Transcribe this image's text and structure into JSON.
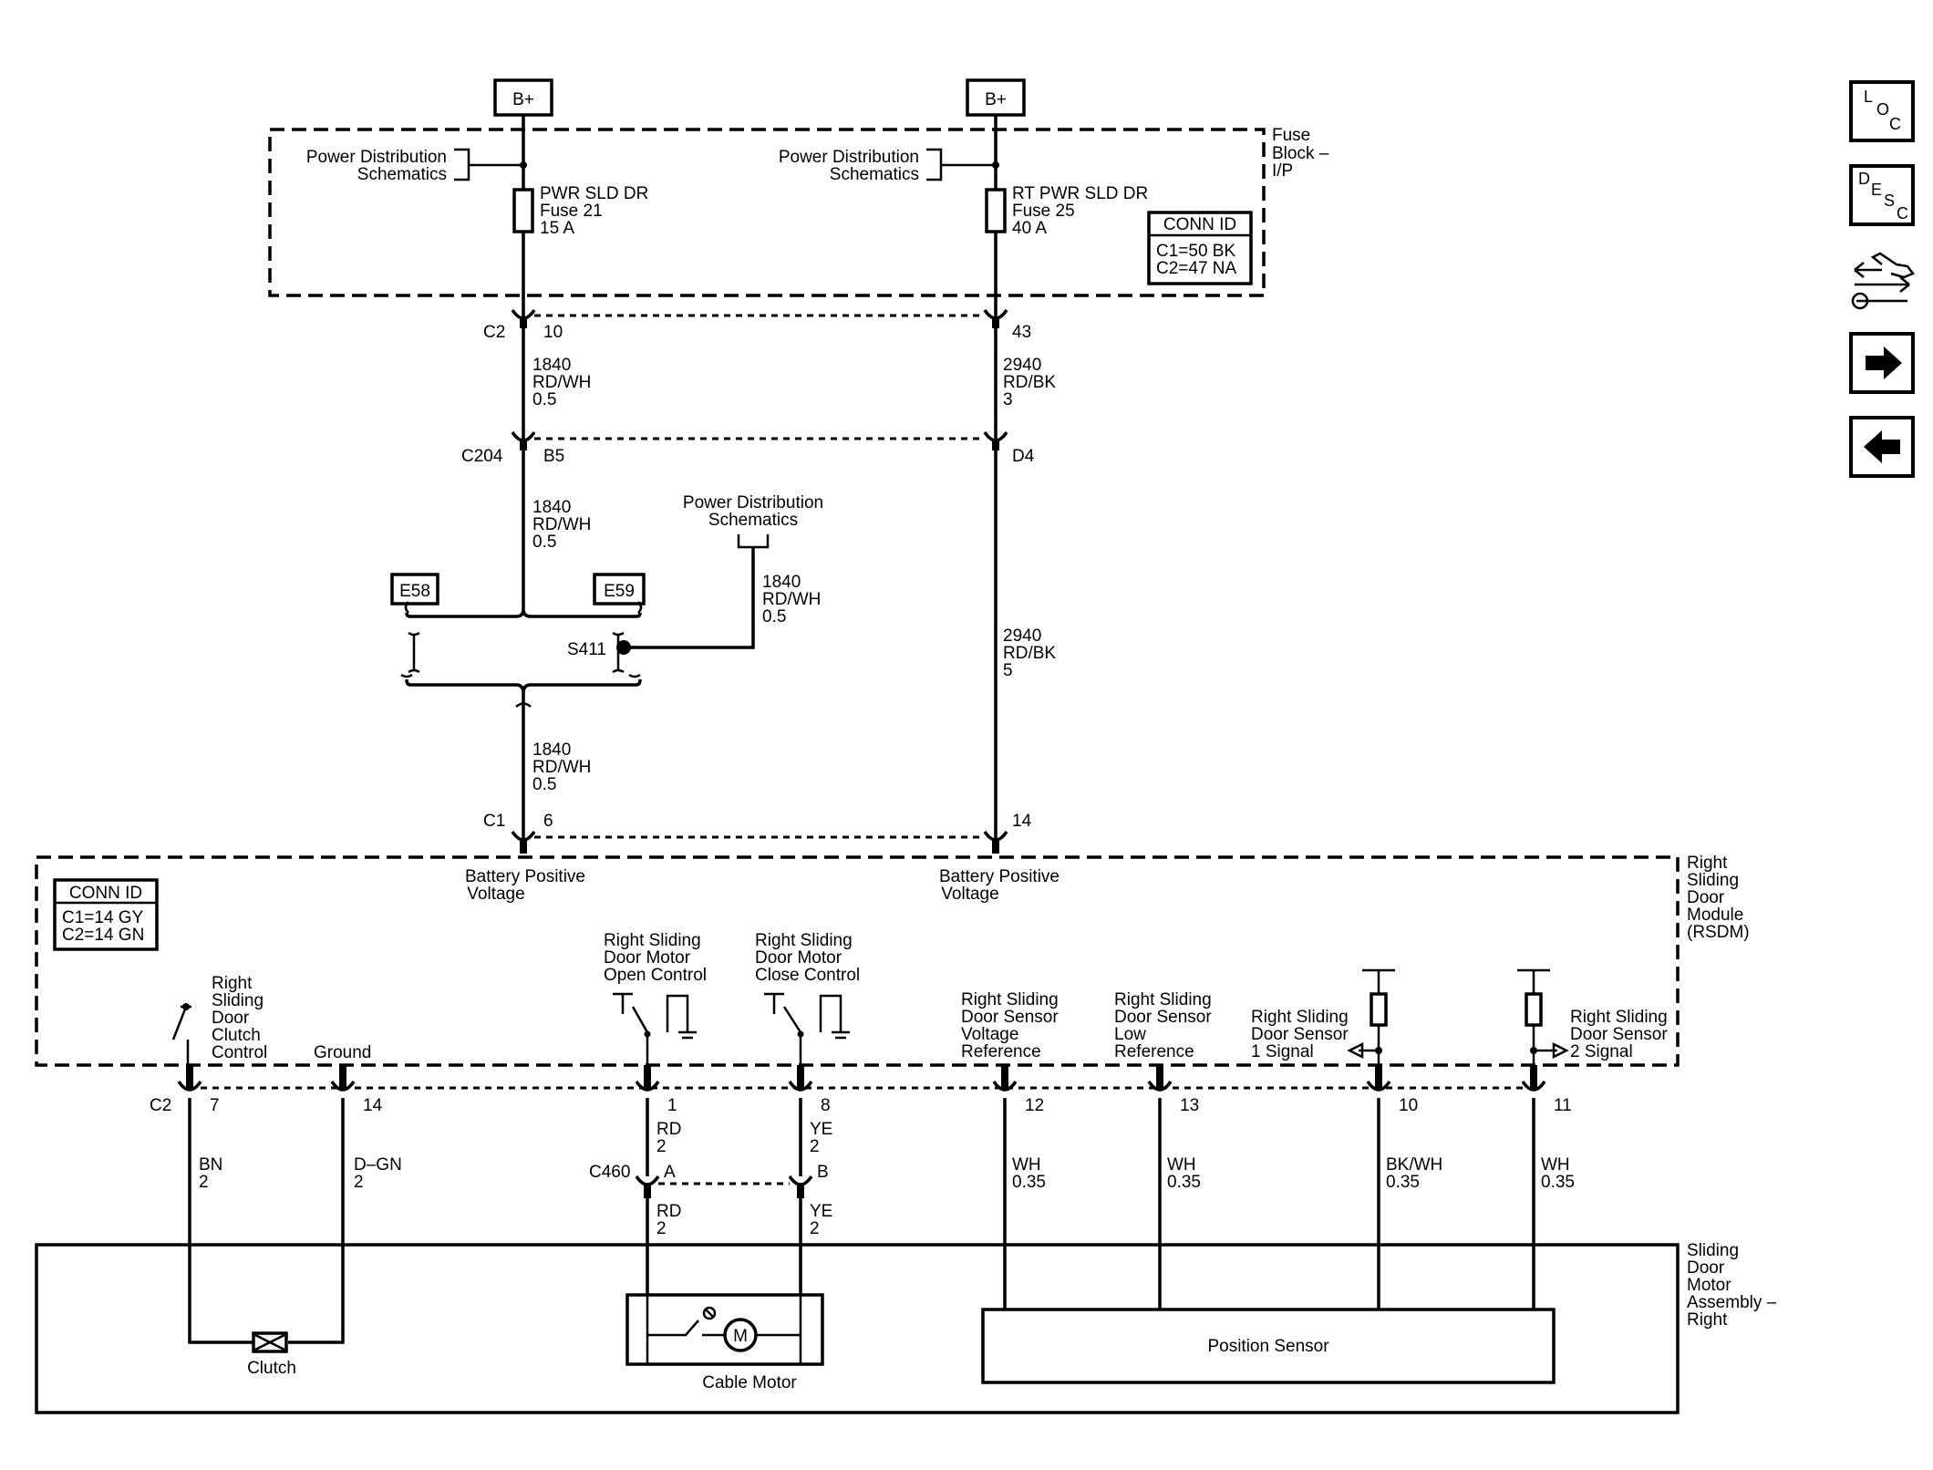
{
  "power": {
    "left_label": "B+",
    "right_label": "B+",
    "left_pds": [
      "Power Distribution",
      "Schematics"
    ],
    "right_pds": [
      "Power Distribution",
      "Schematics"
    ],
    "mid_pds": [
      "Power Distribution",
      "Schematics"
    ]
  },
  "fuse_block": {
    "name": [
      "Fuse",
      "Block –",
      "I/P"
    ],
    "fuse_left": [
      "PWR SLD DR",
      "Fuse 21",
      "15 A"
    ],
    "fuse_right": [
      "RT PWR SLD DR",
      "Fuse 25",
      "40 A"
    ],
    "conn_id_title": "CONN ID",
    "conn_id_lines": [
      "C1=50 BK",
      "C2=47 NA"
    ]
  },
  "connectors": {
    "c2_top": "C2",
    "c2_top_left_pin": "10",
    "c2_top_right_pin": "43",
    "c204": "C204",
    "c204_left_pin": "B5",
    "c204_right_pin": "D4",
    "c1": "C1",
    "c1_left_pin": "6",
    "c1_right_pin": "14",
    "c2_bottom": "C2",
    "c460": "C460",
    "c460_pin_a": "A",
    "c460_pin_b": "B"
  },
  "wires": {
    "w1": [
      "1840",
      "RD/WH",
      "0.5"
    ],
    "w2": [
      "2940",
      "RD/BK",
      "3"
    ],
    "w3": [
      "1840",
      "RD/WH",
      "0.5"
    ],
    "w4": [
      "1840",
      "RD/WH",
      "0.5"
    ],
    "w5": [
      "2940",
      "RD/BK",
      "5"
    ],
    "w6": [
      "1840",
      "RD/WH",
      "0.5"
    ]
  },
  "splice": {
    "e58": "E58",
    "e59": "E59",
    "s411": "S411"
  },
  "rsdm": {
    "name": [
      "Right",
      "Sliding",
      "Door",
      "Module",
      "(RSDM)"
    ],
    "conn_id_title": "CONN ID",
    "conn_id_lines": [
      "C1=14 GY",
      "C2=14 GN"
    ],
    "batt_left": [
      "Battery Positive",
      "Voltage"
    ],
    "batt_right": [
      "Battery Positive",
      "Voltage"
    ],
    "clutch_control": [
      "Right",
      "Sliding",
      "Door",
      "Clutch",
      "Control"
    ],
    "ground": "Ground",
    "open_control": [
      "Right Sliding",
      "Door Motor",
      "Open Control"
    ],
    "close_control": [
      "Right Sliding",
      "Door Motor",
      "Close Control"
    ],
    "sensor_vref": [
      "Right Sliding",
      "Door Sensor",
      "Voltage",
      "Reference"
    ],
    "sensor_low": [
      "Right Sliding",
      "Door Sensor",
      "Low",
      "Reference"
    ],
    "sensor_1": [
      "Right Sliding",
      "Door Sensor",
      "1 Signal"
    ],
    "sensor_2": [
      "Right Sliding",
      "Door Sensor",
      "2 Signal"
    ]
  },
  "pins_bottom": [
    "7",
    "14",
    "1",
    "8",
    "12",
    "13",
    "10",
    "11"
  ],
  "bottom_wires": {
    "bn": [
      "BN",
      "2"
    ],
    "dgn": [
      "D–GN",
      "2"
    ],
    "rd_top": [
      "RD",
      "2"
    ],
    "ye_top": [
      "YE",
      "2"
    ],
    "rd_bot": [
      "RD",
      "2"
    ],
    "ye_bot": [
      "YE",
      "2"
    ],
    "wh12": [
      "WH",
      "0.35"
    ],
    "wh13": [
      "WH",
      "0.35"
    ],
    "bkwh": [
      "BK/WH",
      "0.35"
    ],
    "wh11": [
      "WH",
      "0.35"
    ]
  },
  "motor_assembly": {
    "name": [
      "Sliding",
      "Door",
      "Motor",
      "Assembly –",
      "Right"
    ],
    "clutch": "Clutch",
    "cable_motor": "Cable Motor",
    "motor_symbol": "M",
    "position_sensor": "Position Sensor"
  },
  "nav": {
    "loc": [
      "L",
      "O",
      "C"
    ],
    "desc": [
      "D",
      "E",
      "S",
      "C"
    ]
  }
}
